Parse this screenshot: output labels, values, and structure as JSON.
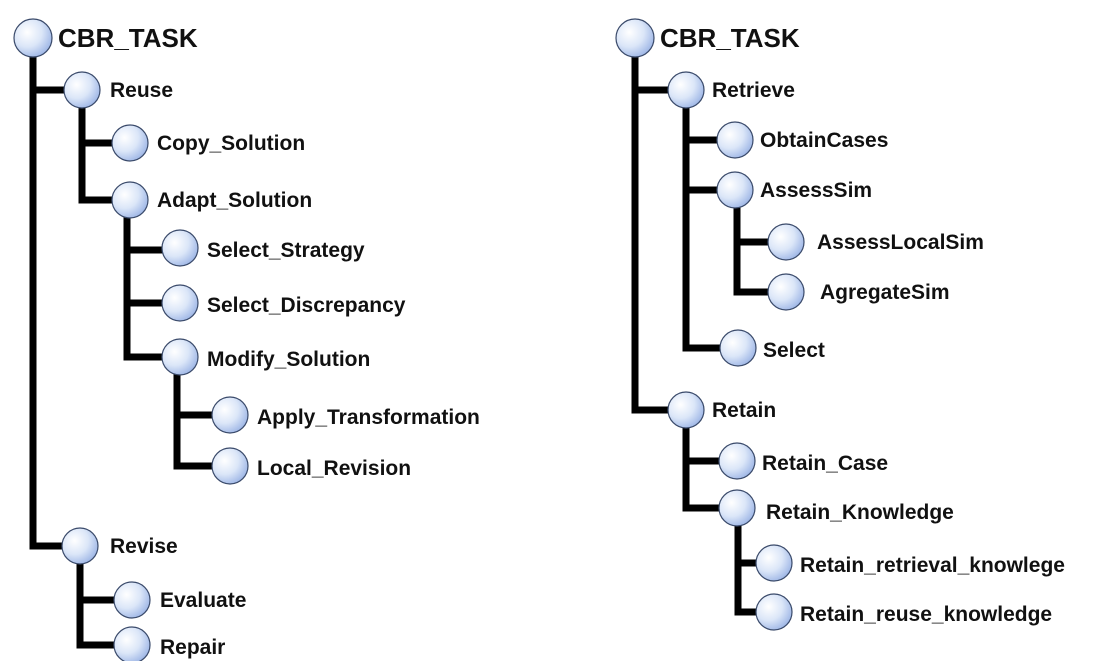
{
  "trees": [
    {
      "root": "CBR_TASK",
      "nodes": [
        {
          "id": "reuse",
          "label": "Reuse",
          "parent": null
        },
        {
          "id": "copy_solution",
          "label": "Copy_Solution",
          "parent": "reuse"
        },
        {
          "id": "adapt_solution",
          "label": "Adapt_Solution",
          "parent": "reuse"
        },
        {
          "id": "select_strategy",
          "label": "Select_Strategy",
          "parent": "adapt_solution"
        },
        {
          "id": "select_discrepancy",
          "label": "Select_Discrepancy",
          "parent": "adapt_solution"
        },
        {
          "id": "modify_solution",
          "label": "Modify_Solution",
          "parent": "adapt_solution"
        },
        {
          "id": "apply_transformation",
          "label": "Apply_Transformation",
          "parent": "modify_solution"
        },
        {
          "id": "local_revision",
          "label": "Local_Revision",
          "parent": "modify_solution"
        },
        {
          "id": "revise",
          "label": "Revise",
          "parent": null
        },
        {
          "id": "evaluate",
          "label": "Evaluate",
          "parent": "revise"
        },
        {
          "id": "repair",
          "label": "Repair",
          "parent": "revise"
        }
      ]
    },
    {
      "root": "CBR_TASK",
      "nodes": [
        {
          "id": "retrieve",
          "label": "Retrieve",
          "parent": null
        },
        {
          "id": "obtain_cases",
          "label": "ObtainCases",
          "parent": "retrieve"
        },
        {
          "id": "assess_sim",
          "label": "AssessSim",
          "parent": "retrieve"
        },
        {
          "id": "assess_local_sim",
          "label": "AssessLocalSim",
          "parent": "assess_sim"
        },
        {
          "id": "agregate_sim",
          "label": "AgregateSim",
          "parent": "assess_sim"
        },
        {
          "id": "select",
          "label": "Select",
          "parent": "retrieve"
        },
        {
          "id": "retain",
          "label": "Retain",
          "parent": null
        },
        {
          "id": "retain_case",
          "label": "Retain_Case",
          "parent": "retain"
        },
        {
          "id": "retain_knowledge",
          "label": "Retain_Knowledge",
          "parent": "retain"
        },
        {
          "id": "retain_retrieval_knowlege",
          "label": "Retain_retrieval_knowlege",
          "parent": "retain_knowledge"
        },
        {
          "id": "retain_reuse_knowledge",
          "label": "Retain_reuse_knowledge",
          "parent": "retain_knowledge"
        }
      ]
    }
  ],
  "colors": {
    "line": "#000000",
    "node_fill_light": "#ffffff",
    "node_fill_mid": "#dbe6f8",
    "node_fill_dark": "#9fb7e6",
    "node_stroke": "#3a4a6a",
    "text": "#111111"
  }
}
